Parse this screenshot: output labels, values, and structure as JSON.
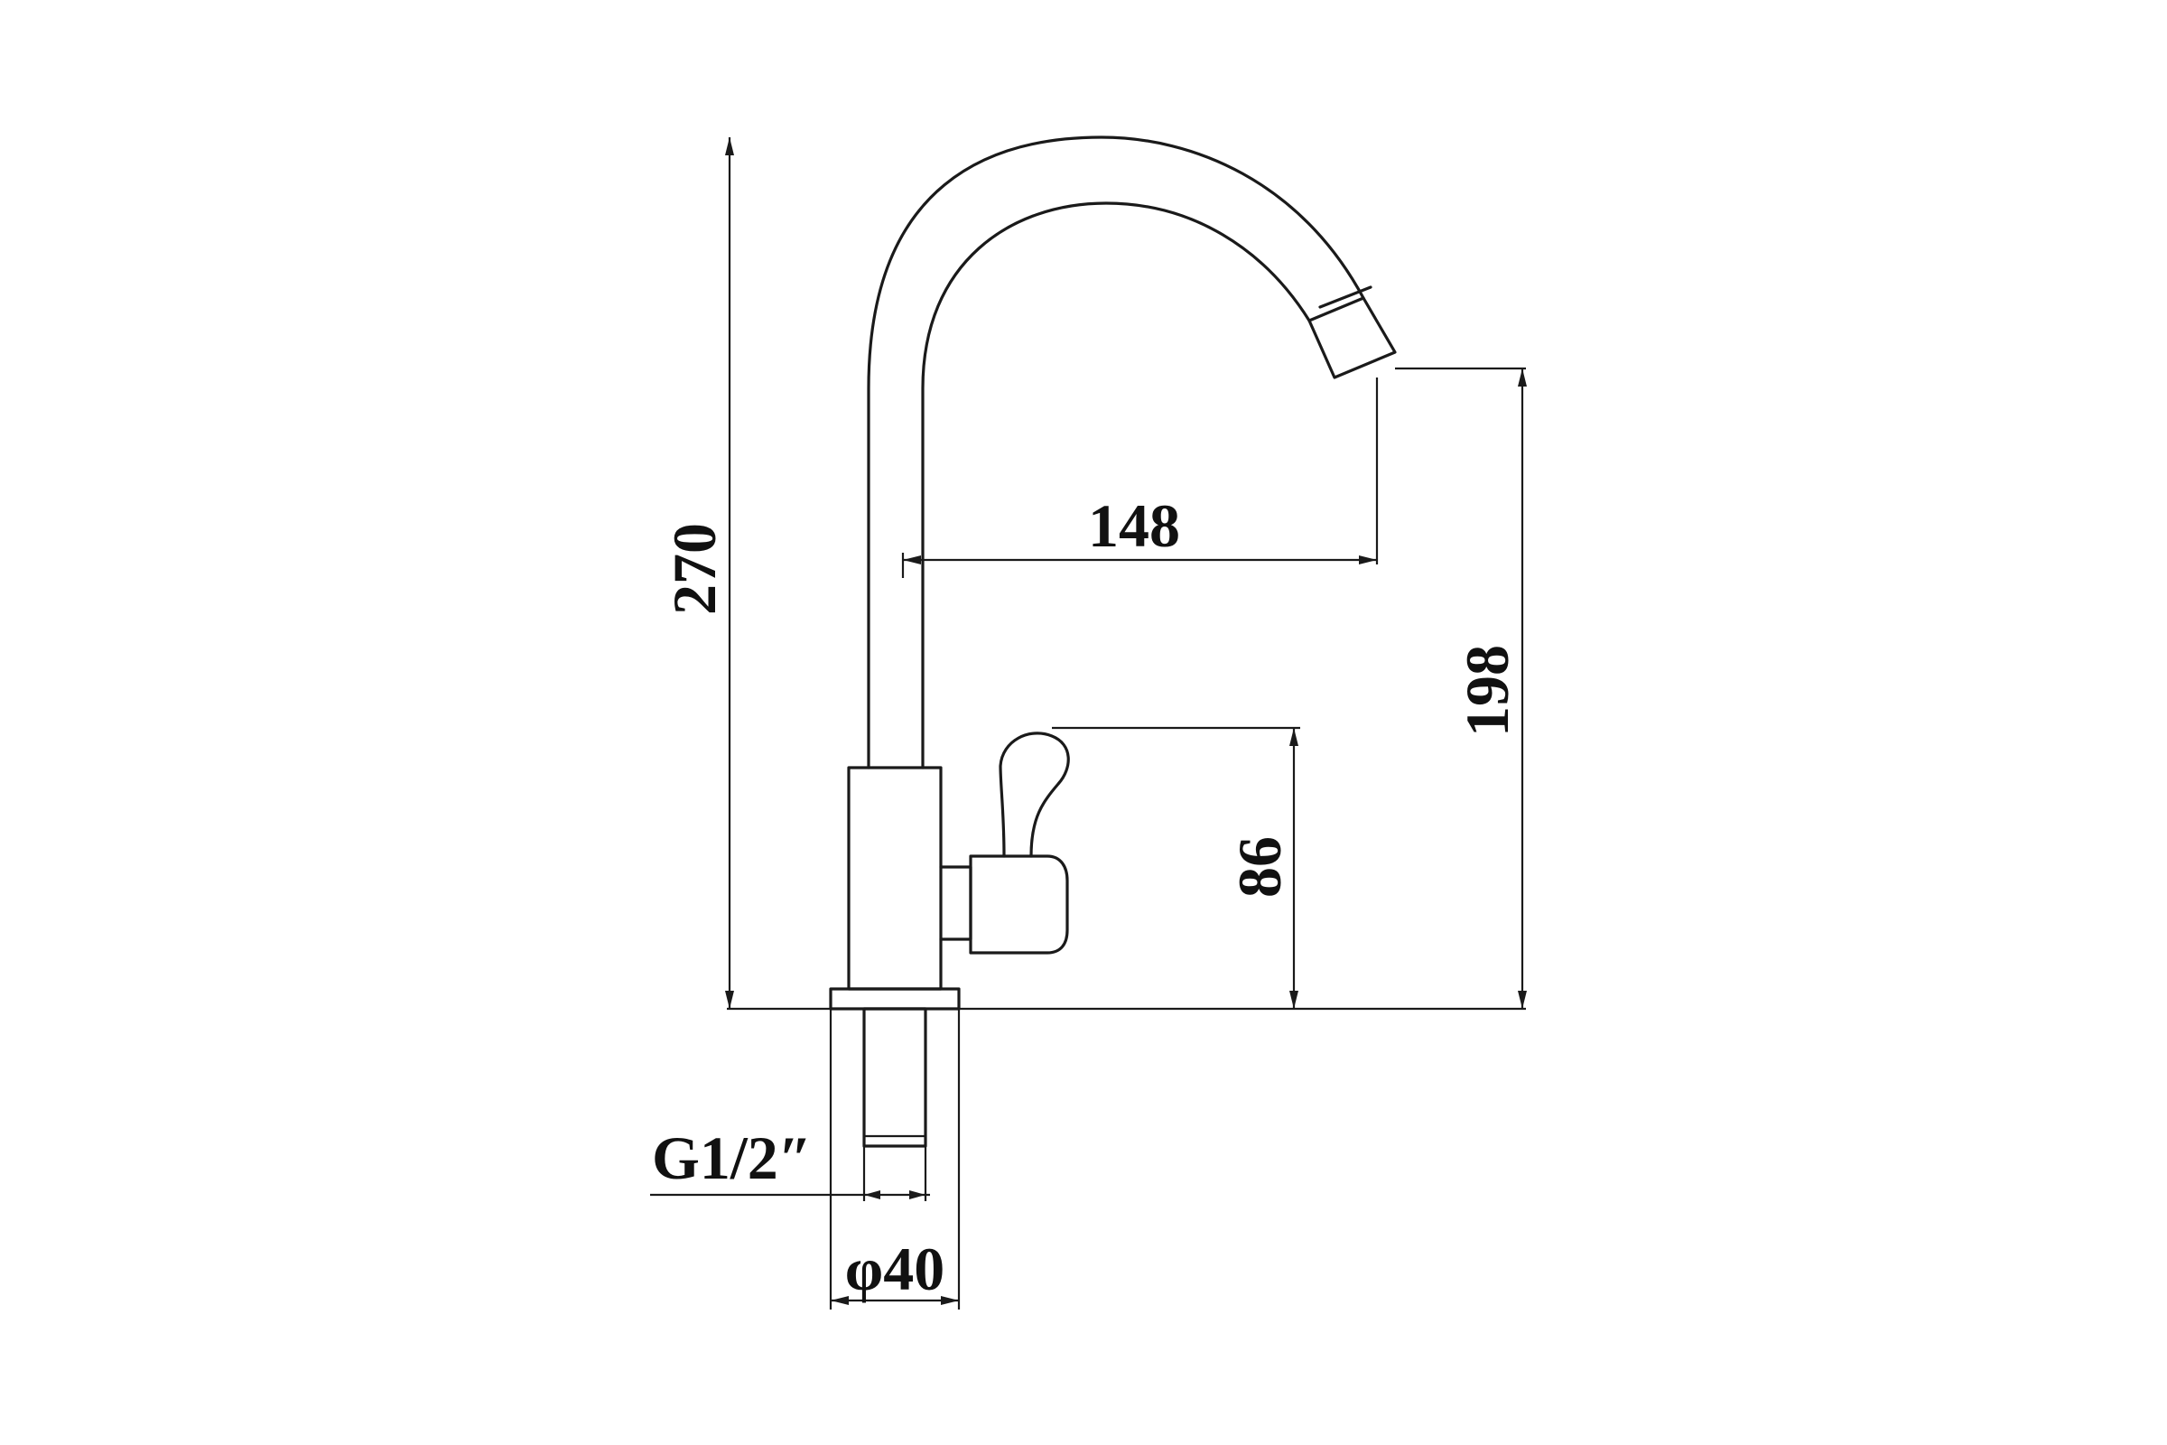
{
  "dimensions": {
    "overall_height": "270",
    "spout_reach": "148",
    "spout_height": "198",
    "handle_height": "86",
    "thread": "G1/2″",
    "base_diameter": "φ40"
  },
  "colors": {
    "line": "#1a1a1a",
    "background": "#ffffff"
  }
}
